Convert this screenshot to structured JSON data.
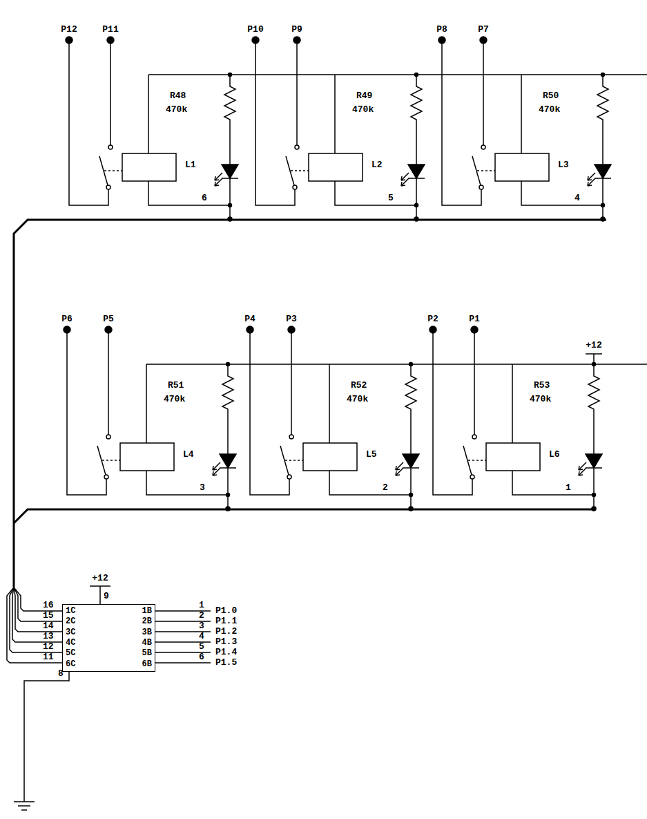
{
  "diagram": {
    "nodes": [
      {
        "text": [
          "1C",
          "1B",
          "2C",
          "2B",
          "3C",
          "3B",
          "4C",
          "4B",
          "5C",
          "5B",
          "6C",
          "6B"
        ]
      }
    ],
    "labels": [
      "P12",
      "P11",
      "R48",
      "470k",
      "L1",
      "6",
      "P10",
      "P9",
      "R49",
      "470k",
      "L2",
      "5",
      "P8",
      "P7",
      "R50",
      "470k",
      "L3",
      "4",
      "P6",
      "P5",
      "R51",
      "470k",
      "L4",
      "3",
      "P4",
      "P3",
      "R52",
      "470k",
      "L5",
      "2",
      "P2",
      "P1",
      "R53",
      "470k",
      "L6",
      "1",
      "+12",
      "+12",
      "9",
      "16",
      "15",
      "14",
      "13",
      "12",
      "11",
      "8",
      "1",
      "2",
      "3",
      "4",
      "5",
      "6",
      "P1.0",
      "P1.1",
      "P1.2",
      "P1.3",
      "P1.4",
      "P1.5"
    ]
  }
}
